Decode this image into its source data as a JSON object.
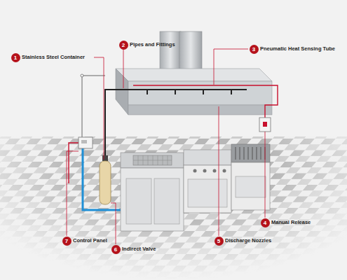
{
  "diagram": {
    "labels": [
      "1",
      "Stainless Steel Container",
      "2",
      "Pipes and Fittings",
      "3",
      "Pneumatic Heat Sensing Tube",
      "4",
      "Manual Release",
      "5",
      "Discharge Nozzles",
      "6",
      "Indirect Valve",
      "7",
      "Control Panel"
    ]
  }
}
